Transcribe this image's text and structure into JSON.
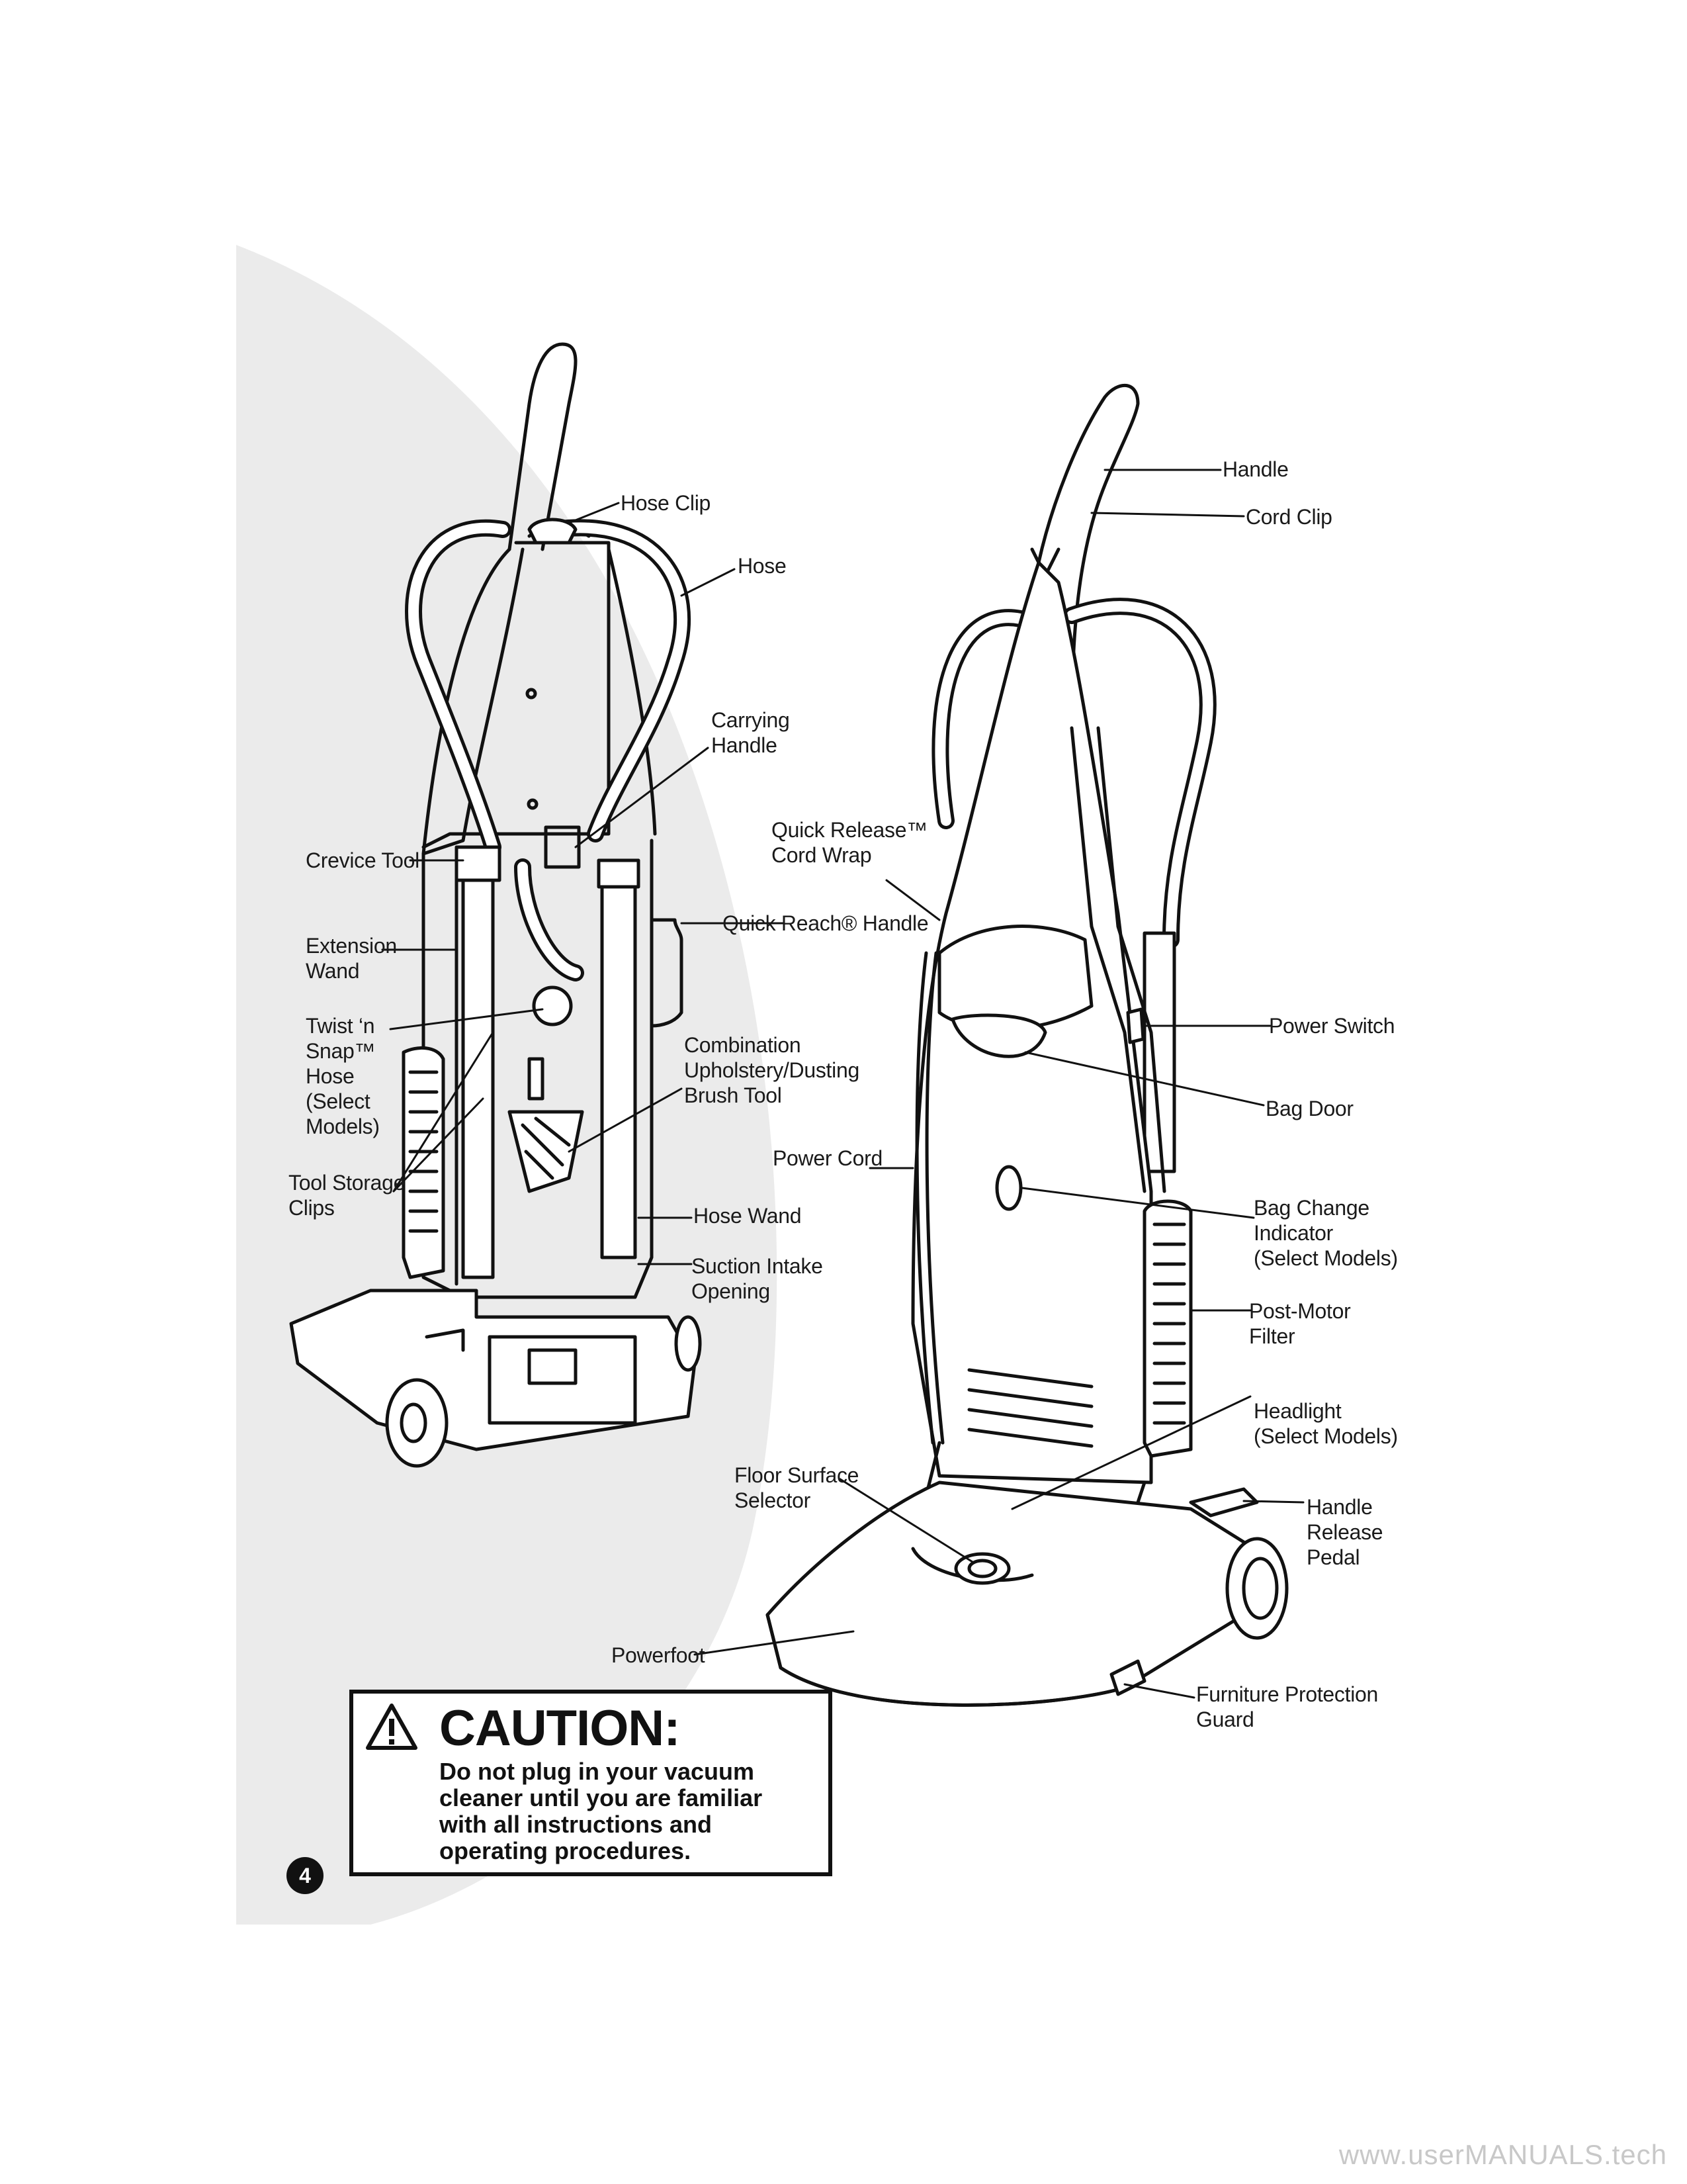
{
  "labels": {
    "hose_clip": "Hose Clip",
    "hose": "Hose",
    "carrying_handle": "Carrying\nHandle",
    "crevice_tool": "Crevice Tool",
    "extension_wand": "Extension\nWand",
    "twist_n_snap_hose": "Twist ‘n\nSnap™\nHose\n(Select\nModels)",
    "tool_storage_clips": "Tool Storage\nClips",
    "quick_release_cord_wrap": "Quick Release™\nCord Wrap",
    "quick_reach_handle": "Quick Reach® Handle",
    "combination_brush_tool": "Combination\nUpholstery/Dusting\nBrush Tool",
    "power_cord": "Power Cord",
    "hose_wand": "Hose Wand",
    "suction_intake_opening": "Suction Intake\nOpening",
    "handle": "Handle",
    "cord_clip": "Cord Clip",
    "power_switch": "Power Switch",
    "bag_door": "Bag Door",
    "bag_change_indicator": "Bag Change\nIndicator\n(Select Models)",
    "post_motor_filter": "Post-Motor\nFilter",
    "headlight": "Headlight\n(Select Models)",
    "floor_surface_selector": "Floor Surface\nSelector",
    "handle_release_pedal": "Handle\nRelease\nPedal",
    "powerfoot": "Powerfoot",
    "furniture_protection_guard": "Furniture Protection\nGuard"
  },
  "caution": {
    "title": "CAUTION:",
    "body": "Do not plug in your vacuum\ncleaner until you are familiar\nwith all instructions and\noperating procedures."
  },
  "page_number": "4",
  "watermark": "www.userMANUALS.tech"
}
